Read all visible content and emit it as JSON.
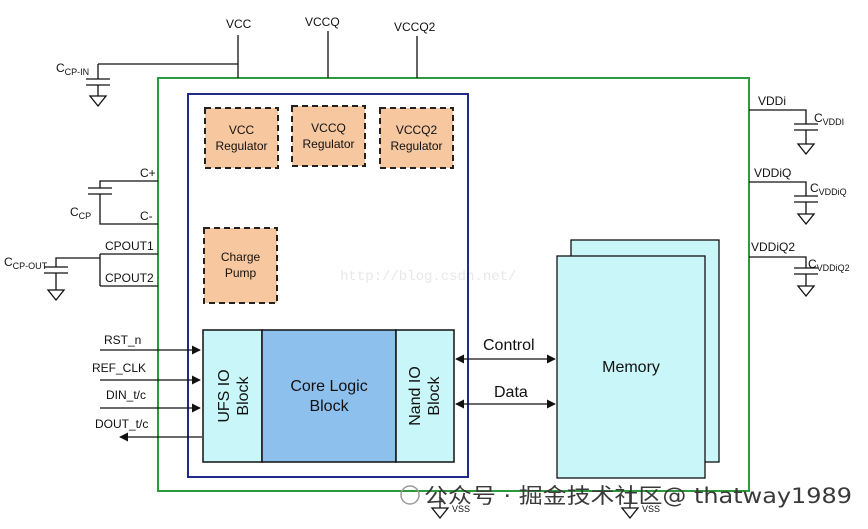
{
  "colors": {
    "outer_border": "#2a9a3a",
    "inner_border": "#1f2a8a",
    "regulator_fill": "#f7c7a0",
    "memory_fill": "#c9f6f8",
    "io_block_fill": "#c9f6f8",
    "core_block_fill": "#8ec0ee",
    "wire": "#111111"
  },
  "power_pins": {
    "vcc": "VCC",
    "vccq": "VCCQ",
    "vccq2": "VCCQ2"
  },
  "left_caps": {
    "ccp_in": {
      "main": "C",
      "sub": "CP-IN"
    },
    "ccp": {
      "main": "C",
      "sub": "CP"
    },
    "ccp_out": {
      "main": "C",
      "sub": "CP-OUT"
    }
  },
  "left_pins": {
    "c_plus": "C+",
    "c_minus": "C-",
    "cpout1": "CPOUT1",
    "cpout2": "CPOUT2",
    "rst_n": "RST_n",
    "ref_clk": "REF_CLK",
    "din": "DIN_t/c",
    "dout": "DOUT_t/c"
  },
  "right_pins": {
    "vddi": "VDDi",
    "vddiq": "VDDiQ",
    "vddiq2": "VDDiQ2"
  },
  "right_caps": {
    "cvddi": {
      "main": "C",
      "sub": "VDDI"
    },
    "cvddiq": {
      "main": "C",
      "sub": "VDDiQ"
    },
    "cvddiq2": {
      "main": "C",
      "sub": "VDDiQ2"
    }
  },
  "regulators": {
    "vcc": [
      "VCC",
      "Regulator"
    ],
    "vccq": [
      "VCCQ",
      "Regulator"
    ],
    "vccq2": [
      "VCCQ2",
      "Regulator"
    ]
  },
  "charge_pump": [
    "Charge",
    "Pump"
  ],
  "ufs_io": [
    "UFS IO",
    "Block"
  ],
  "core_logic": [
    "Core Logic",
    "Block"
  ],
  "nand_io": [
    "Nand IO",
    "Block"
  ],
  "memory": "Memory",
  "bus_labels": {
    "control": "Control",
    "data": "Data"
  },
  "ground_labels": {
    "vss_1": "VSS",
    "vss_2": "VSS"
  },
  "watermark": "http://blog.csdn.net/",
  "footer_overlay": "公众号 · 掘金技术社区@ thatway1989"
}
